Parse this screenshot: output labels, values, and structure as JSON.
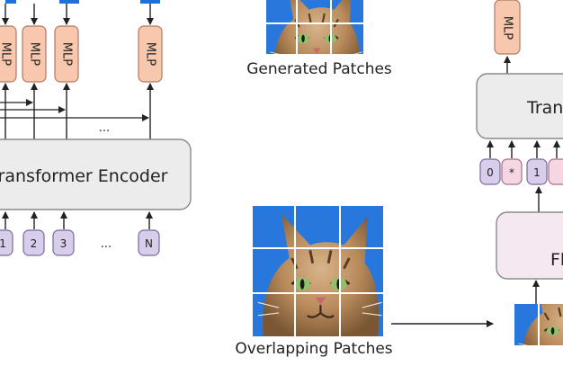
{
  "mlp_label": "MLP",
  "left": {
    "encoder_label": "ransformer Encoder",
    "tokens": [
      "1",
      "2",
      "3",
      "N"
    ],
    "ellipsis_tokens": "...",
    "ellipsis_arrows": "..."
  },
  "center": {
    "generated_caption": "Generated Patches",
    "overlapping_caption": "Overlapping Patches"
  },
  "right": {
    "transformer_label": "Tran",
    "tokens": [
      "0",
      "*",
      "1"
    ],
    "fl_label": "Fl"
  },
  "colors": {
    "mlp_fill": "#f7c7ae",
    "mlp_stroke": "#b07a64",
    "token_fill": "#d8cdea",
    "token_stroke": "#7a6a9a",
    "mask_fill": "#f6d6e2",
    "encoder_fill": "#ececec",
    "encoder_stroke": "#8a8a8a",
    "fl_fill": "#f6e8f1",
    "photo_sky": "#1e6fd8"
  },
  "icons": [
    "cat-photo-patches",
    "arrow"
  ]
}
